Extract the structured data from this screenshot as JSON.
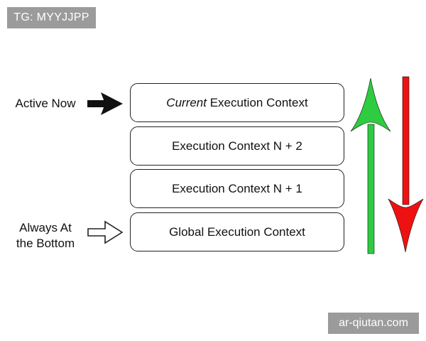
{
  "watermarks": {
    "top": "TG: MYYJJPP",
    "bottom": "ar-qiutan.com"
  },
  "labels": {
    "active_now": "Active Now",
    "always_at_line1": "Always At",
    "always_at_line2": "the Bottom"
  },
  "stack": {
    "current_italic": "Current",
    "current_rest": " Execution Context",
    "items": [
      "Execution Context N + 2",
      "Execution Context N + 1",
      "Global Execution Context"
    ]
  },
  "colors": {
    "up_arrow": "#2ecc40",
    "down_arrow": "#ee1111",
    "outline": "#222222"
  },
  "icons": {
    "active_pointer": "solid-right-arrow-icon",
    "bottom_pointer": "outline-right-arrow-icon",
    "push": "green-up-arrow-icon",
    "pop": "red-down-arrow-icon"
  }
}
